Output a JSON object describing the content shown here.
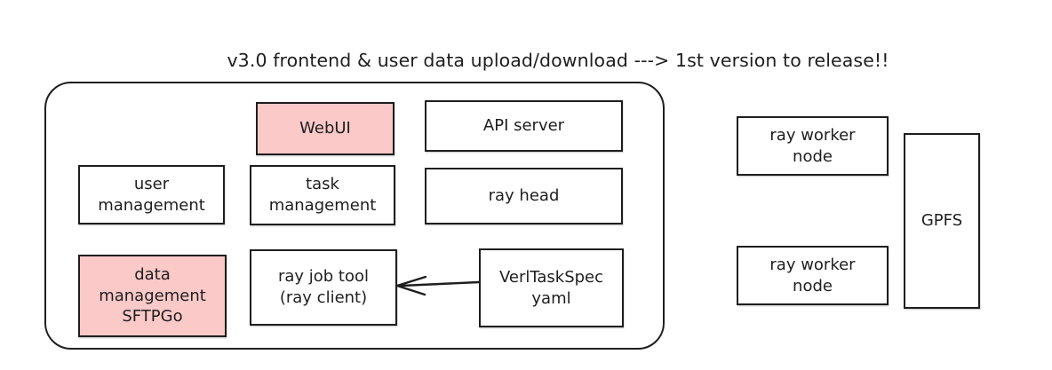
{
  "diagram": {
    "title": "v3.0 frontend & user data upload/download ---> 1st version to release!!",
    "background_color": "#ffffff",
    "stroke_color": "#1e1e1e",
    "highlight_color": "#fcc9c9",
    "group_label": "",
    "nodes": [
      {
        "id": "webui",
        "label": "WebUI",
        "highlighted": true
      },
      {
        "id": "api_server",
        "label": "API server",
        "highlighted": false
      },
      {
        "id": "user_management",
        "label": "user\nmanagement",
        "highlighted": false
      },
      {
        "id": "task_management",
        "label": "task\nmanagement",
        "highlighted": false
      },
      {
        "id": "ray_head",
        "label": "ray head",
        "highlighted": false
      },
      {
        "id": "data_management",
        "label": "data\nmanagement\nSFTPGo",
        "highlighted": true
      },
      {
        "id": "ray_job_tool",
        "label": "ray job tool\n(ray client)",
        "highlighted": false
      },
      {
        "id": "verl_task_spec",
        "label": "VerlTaskSpec\nyaml",
        "highlighted": false
      },
      {
        "id": "ray_worker_1",
        "label": "ray worker\nnode",
        "highlighted": false
      },
      {
        "id": "ray_worker_2",
        "label": "ray worker\nnode",
        "highlighted": false
      },
      {
        "id": "gpfs",
        "label": "GPFS",
        "highlighted": false
      }
    ],
    "edges": [
      {
        "id": "edge_verl_to_rayjob",
        "from": "verl_task_spec",
        "to": "ray_job_tool",
        "direction": "left",
        "style": "solid-arrow"
      }
    ]
  }
}
